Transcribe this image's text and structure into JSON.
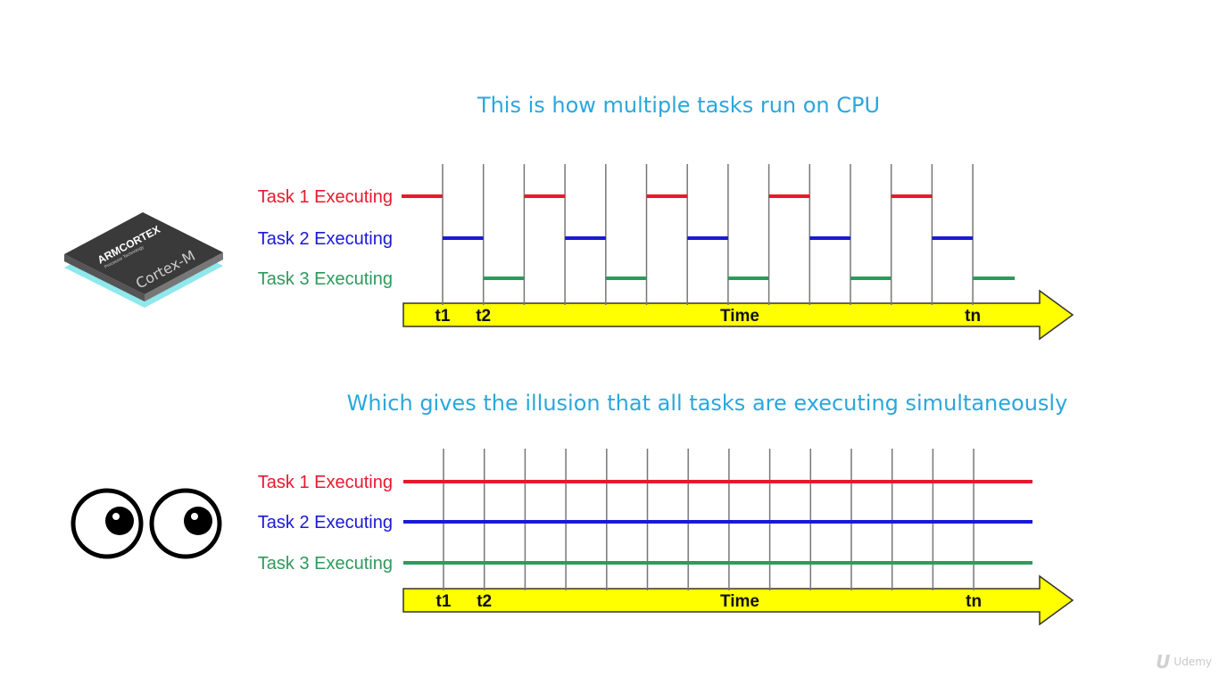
{
  "titles": {
    "top": "This is how multiple tasks run on CPU",
    "bottom": "Which gives the illusion that all tasks are executing simultaneously"
  },
  "tasks": [
    {
      "label": "Task 1 Executing",
      "color": "#e8192c"
    },
    {
      "label": "Task 2 Executing",
      "color": "#1a1ad6"
    },
    {
      "label": "Task 3 Executing",
      "color": "#2e9a5c"
    }
  ],
  "timeline": {
    "t1_label": "t1",
    "t2_label": "t2",
    "time_label": "Time",
    "tn_label": "tn",
    "arrow_color": "#ffff00"
  },
  "chip": {
    "brand": "ARMCORTEX",
    "sub": "Processor Technology",
    "model": "Cortex-M"
  },
  "watermark": {
    "text": "Udemy"
  }
}
